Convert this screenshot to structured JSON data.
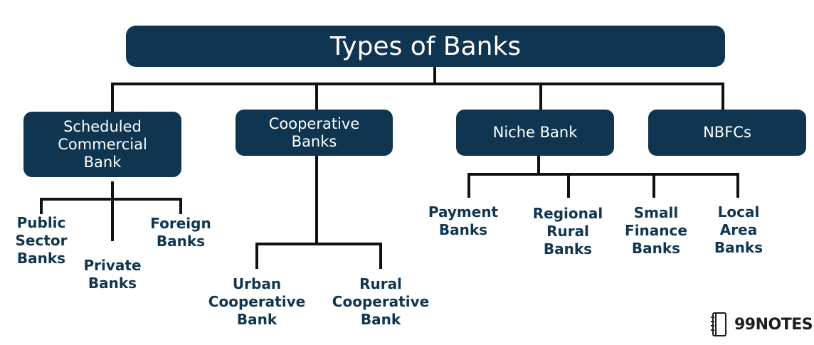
{
  "title": "Types of Banks",
  "categories": [
    {
      "label": "Scheduled\nCommercial\nBank",
      "children": [
        "Public\nSector\nBanks",
        "Private\nBanks",
        "Foreign\nBanks"
      ]
    },
    {
      "label": "Cooperative\nBanks",
      "children": [
        "Urban\nCooperative\nBank",
        "Rural\nCooperative\nBank"
      ]
    },
    {
      "label": "Niche Bank",
      "children": [
        "Payment\nBanks",
        "Regional\nRural\nBanks",
        "Small\nFinance\nBanks",
        "Local\nArea\nBanks"
      ]
    },
    {
      "label": "NBFCs",
      "children": []
    }
  ],
  "logo": {
    "text": "99NOTES",
    "icon": "notebook-icon"
  },
  "colors": {
    "box": "#0f3550",
    "line": "#111111",
    "text": "#0f3550"
  }
}
